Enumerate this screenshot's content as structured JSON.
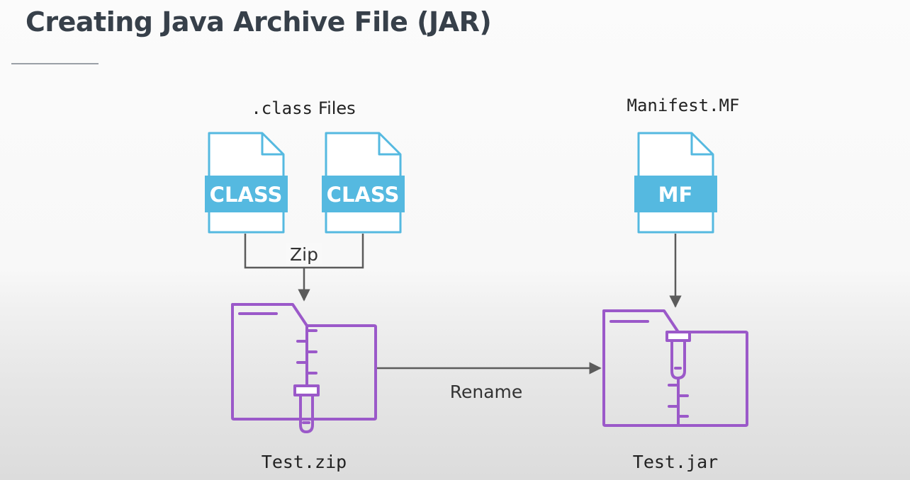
{
  "slide": {
    "title": "Creating Java Archive File (JAR)"
  },
  "diagram": {
    "class_files_label_code": ".class",
    "class_files_label_text": "Files",
    "manifest_label": "Manifest.MF",
    "class_file_badge_1": "CLASS",
    "class_file_badge_2": "CLASS",
    "manifest_badge": "MF",
    "zip_edge_label": "Zip",
    "rename_edge_label": "Rename",
    "zip_archive_label": "Test.zip",
    "jar_archive_label": "Test.jar"
  },
  "colors": {
    "file_icon": "#55b9e0",
    "archive_icon": "#9b59c9",
    "connector": "#5b5b5b",
    "text": "#222222",
    "title": "#37404a"
  },
  "icons": {
    "class_file_1": "class-file-icon",
    "class_file_2": "class-file-icon",
    "manifest_file": "manifest-file-icon",
    "zip_archive": "zip-archive-icon",
    "jar_archive": "jar-archive-icon"
  }
}
